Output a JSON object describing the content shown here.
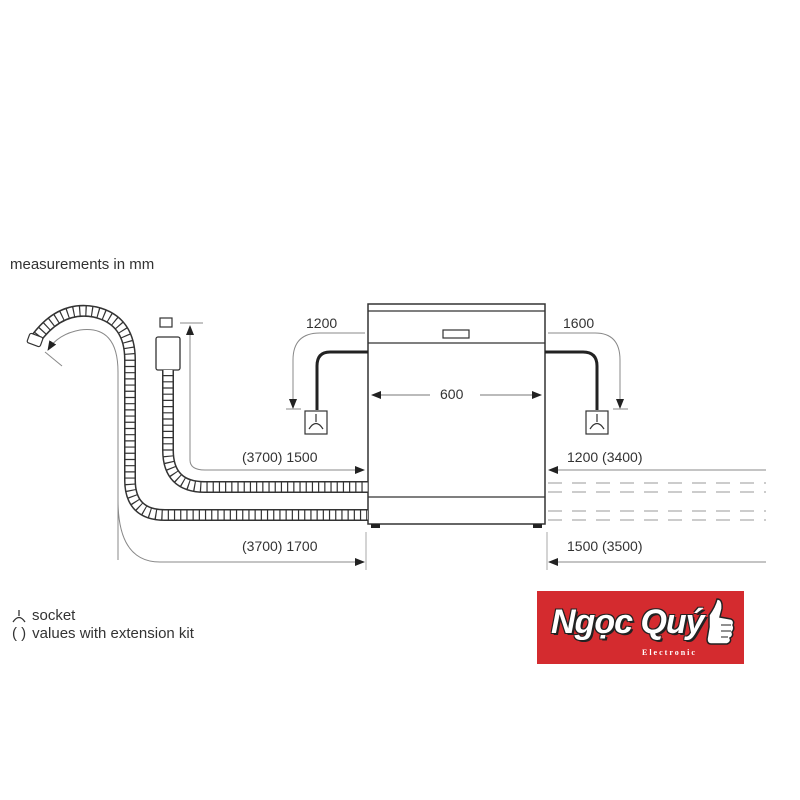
{
  "diagram": {
    "title": "measurements in mm",
    "appliance": {
      "width_label": "600"
    },
    "power_cord": {
      "left_length": "1200",
      "right_length": "1600"
    },
    "inlet_hose": {
      "left_label": "(3700) 1500",
      "right_label": "1200 (3400)"
    },
    "drain_hose": {
      "left_label": "(3700) 1700",
      "right_label": "1500 (3500)"
    },
    "legend": [
      {
        "symbol": "socket-icon",
        "text": "socket"
      },
      {
        "symbol": "( )",
        "text": "values with extension kit"
      }
    ],
    "colors": {
      "line": "#2a2a2a",
      "dimension_line": "#888888",
      "logo_bg": "#d42b2f"
    }
  },
  "logo": {
    "brand": "Ngọc Quý",
    "subtitle": "Electronic",
    "icon": "thumbs-up-icon"
  }
}
